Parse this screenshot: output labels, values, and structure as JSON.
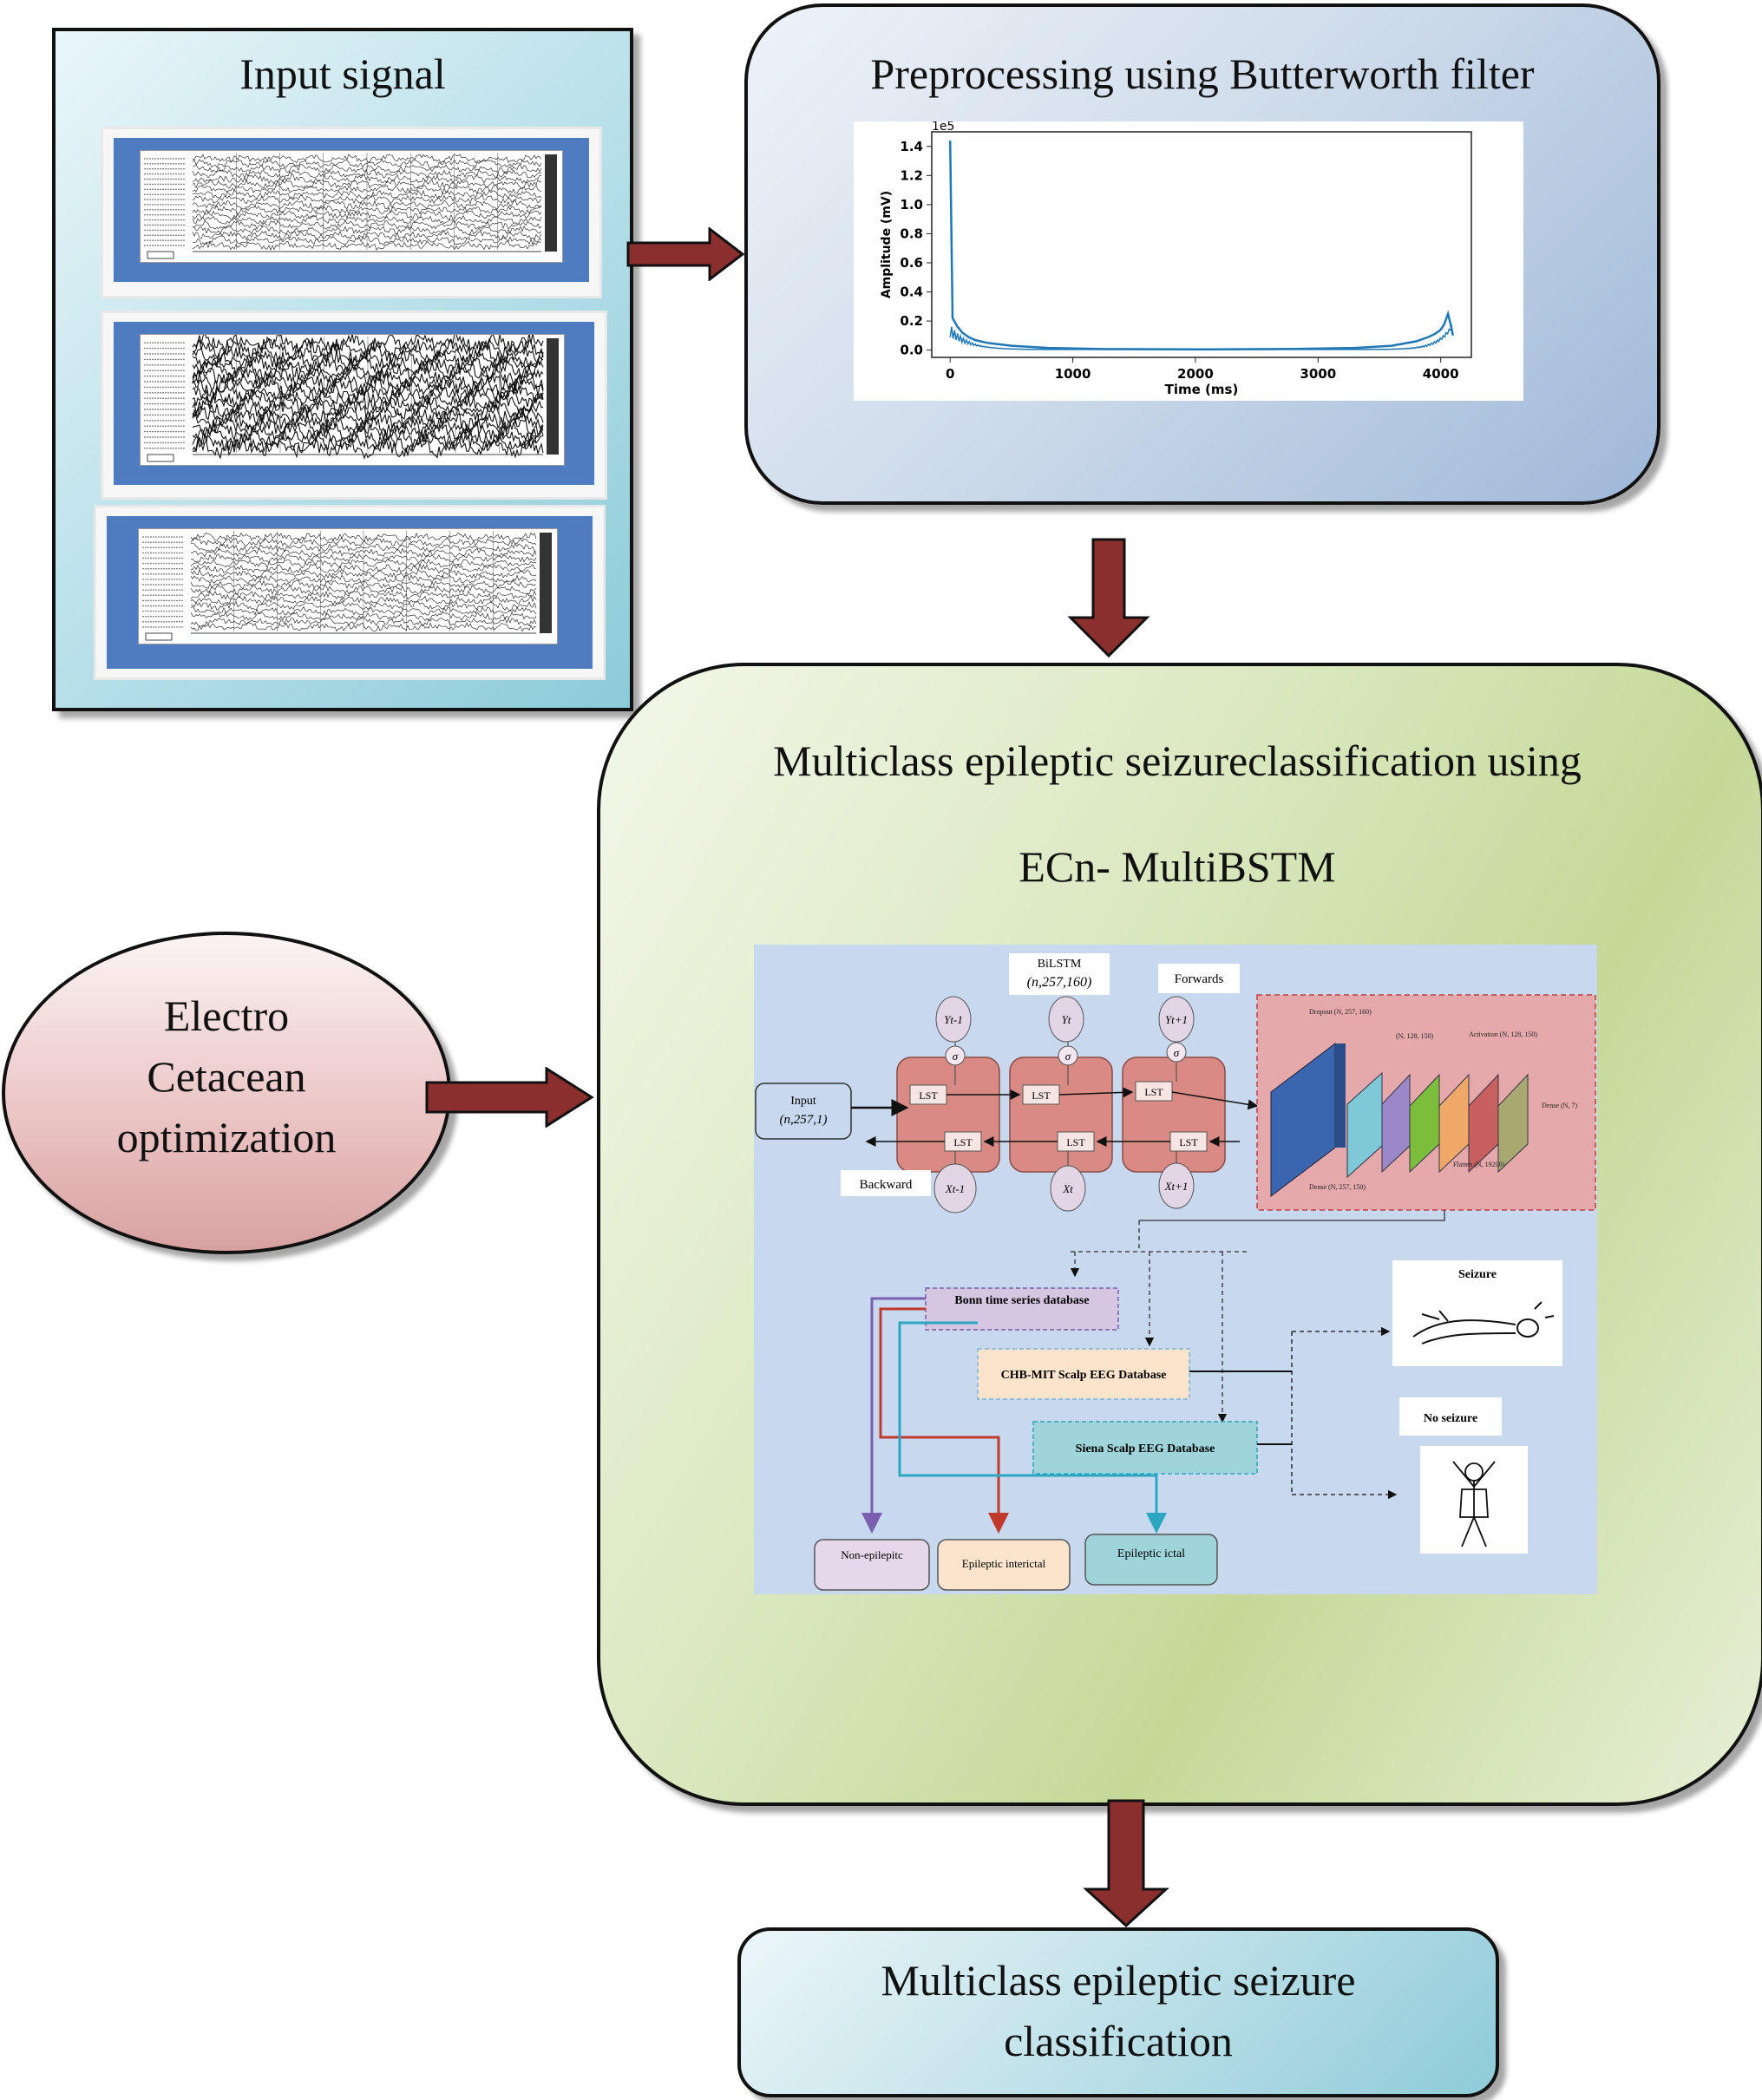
{
  "input_signal": {
    "title": "Input signal"
  },
  "preprocessing": {
    "title": "Preprocessing using Butterworth filter",
    "chart_data": {
      "type": "line",
      "scale_label": "1e5",
      "xlabel": "Time (ms)",
      "ylabel": "Amplitude (mV)",
      "x_ticks": [
        "0",
        "1000",
        "2000",
        "3000",
        "4000"
      ],
      "y_ticks": [
        "0.0",
        "0.2",
        "0.4",
        "0.6",
        "0.8",
        "1.0",
        "1.2",
        "1.4"
      ],
      "xlim": [
        -150,
        4250
      ],
      "ylim": [
        -0.05,
        1.5
      ],
      "series": [
        {
          "x": [
            0,
            20,
            40,
            60,
            80,
            100,
            150,
            200,
            300,
            500,
            800,
            1200,
            2000,
            2800,
            3300,
            3600,
            3800,
            3900,
            3950,
            4000,
            4030,
            4060,
            4080,
            4100
          ],
          "values": [
            1.44,
            0.22,
            0.19,
            0.16,
            0.14,
            0.12,
            0.09,
            0.07,
            0.05,
            0.03,
            0.015,
            0.008,
            0.005,
            0.008,
            0.015,
            0.03,
            0.06,
            0.09,
            0.11,
            0.14,
            0.18,
            0.25,
            0.18,
            0.1
          ]
        }
      ]
    }
  },
  "main": {
    "title_line1": "Multiclass epileptic seizureclassification using",
    "title_line2": "ECn- MultiBSTM",
    "arch": {
      "bilstm_label": "BiLSTM",
      "bilstm_shape": "(n,257,160)",
      "forwards": "Forwards",
      "backward": "Backward",
      "input_label": "Input",
      "input_shape": "(n,257,1)",
      "outputs": [
        "Yt-1",
        "Yt",
        "Yt+1"
      ],
      "inputs": [
        "Xt-1",
        "Xt",
        "Xt+1"
      ],
      "sigma": "σ",
      "cell_label": "LST",
      "cnn_labels": {
        "dropout": "Dropout (N, 257, 160)",
        "mid": "(N, 128, 150)",
        "activation": "Activation (N, 128, 150)",
        "dense_out": "Dense (N, 7)",
        "flatten": "Flatten (N, 19200)",
        "dense_in": "Dense (N, 257, 150)"
      },
      "databases": {
        "bonn": "Bonn time series database",
        "chb": "CHB-MIT Scalp EEG Database",
        "siena": "Siena Scalp EEG Database"
      },
      "seizure": "Seizure",
      "no_seizure": "No seizure",
      "classes": [
        "Non-epilepitc",
        "Epileptic interictal",
        "Epileptic ictal"
      ]
    }
  },
  "optimizer": {
    "lines": [
      "Electro",
      "Cetacean",
      "optimization"
    ]
  },
  "output": {
    "lines": [
      "Multiclass epileptic seizure",
      "classification"
    ]
  },
  "colors": {
    "arrow": "#8b2e2e",
    "arch_bg": "#c8d9ef",
    "lstm_cell": "#d98a84",
    "cnn_panel": "#e6a9ab"
  }
}
